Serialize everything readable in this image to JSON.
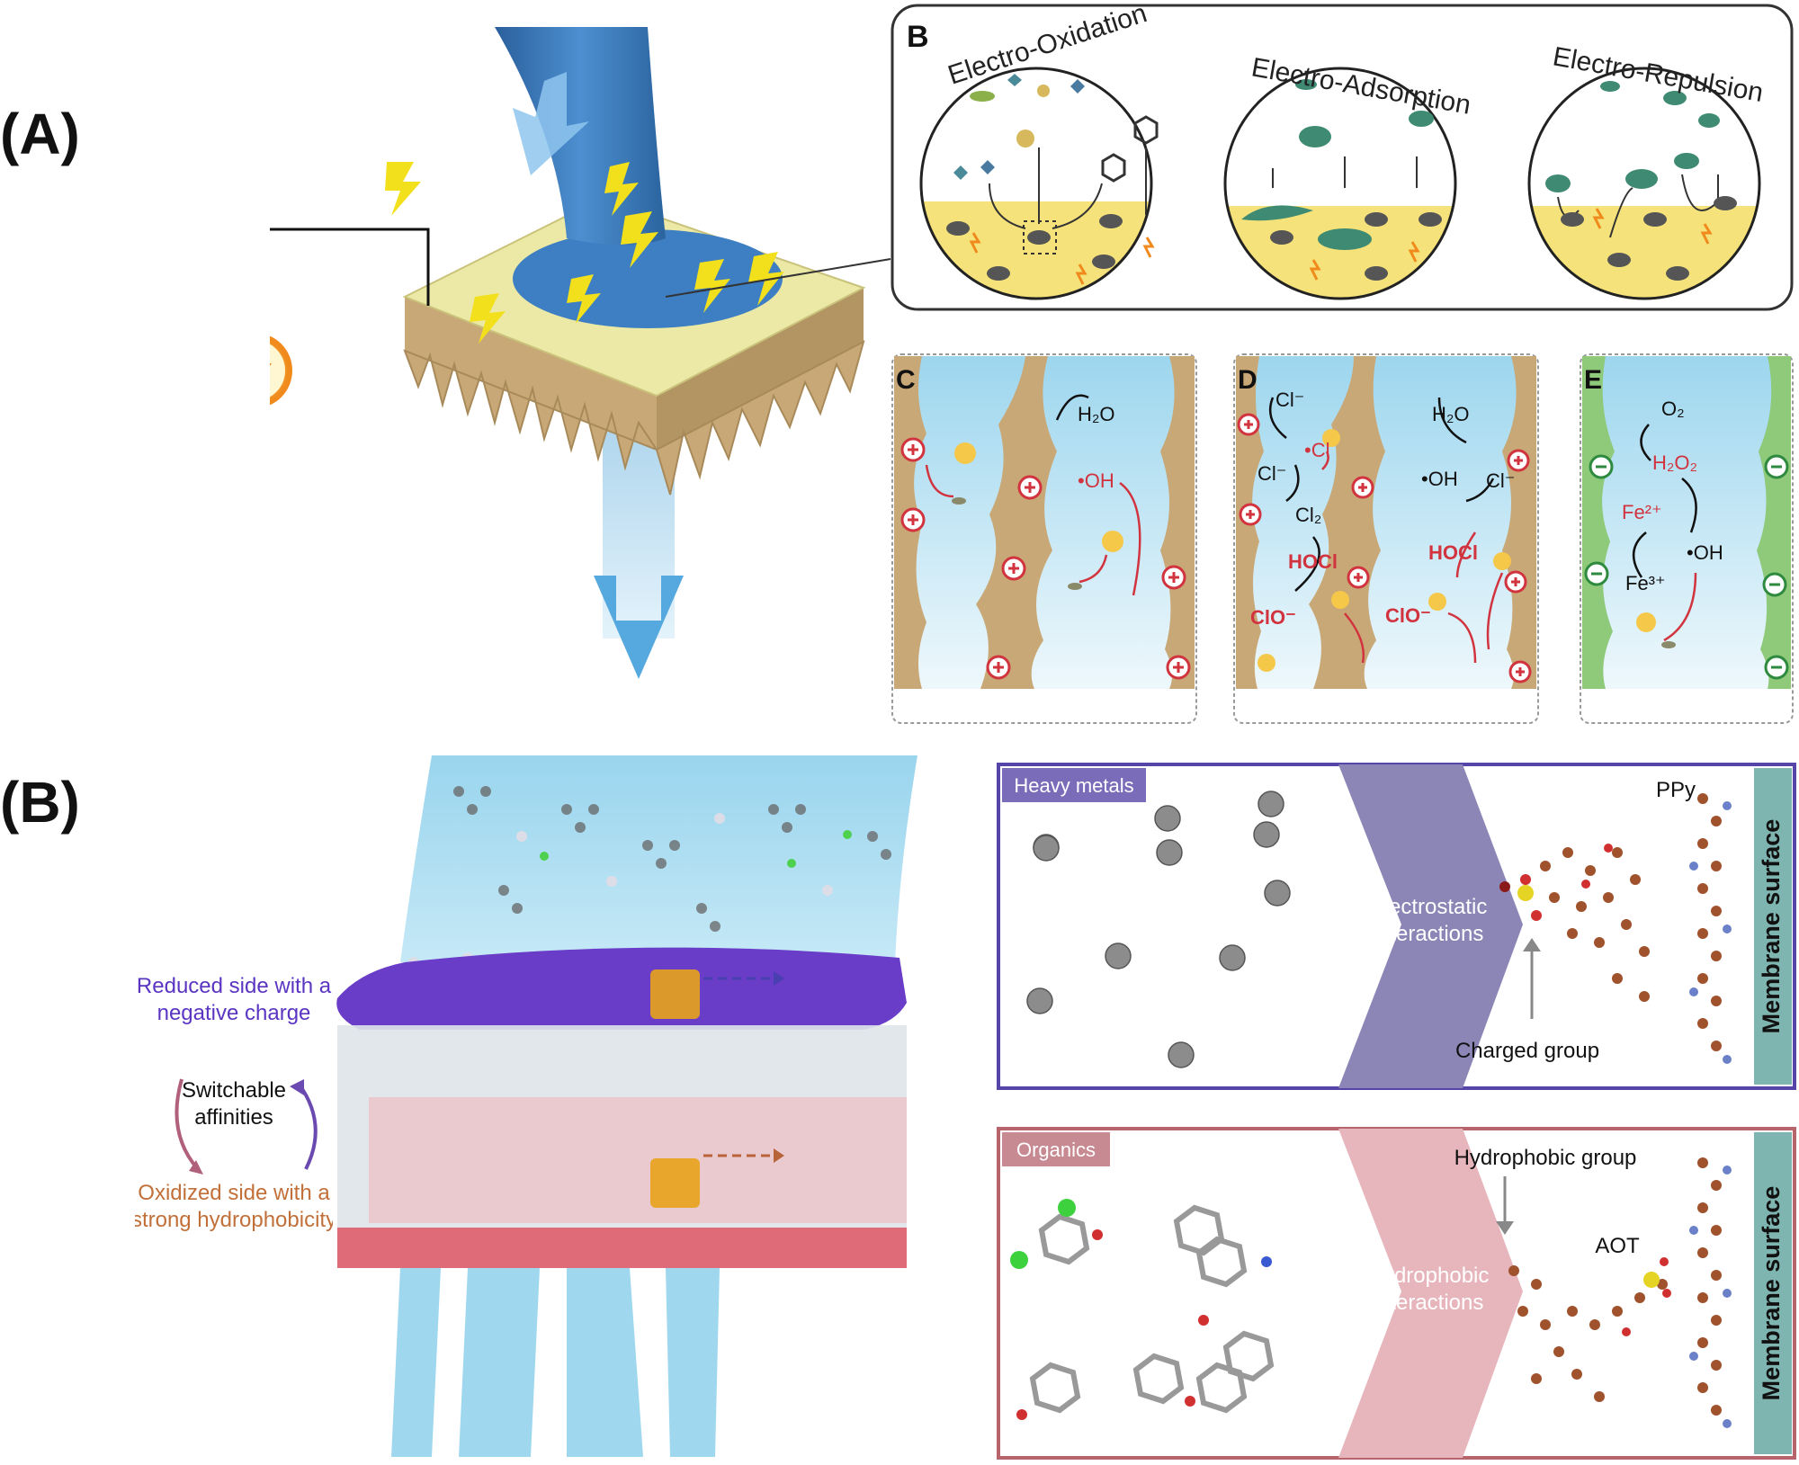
{
  "panels": {
    "a_label": "(A)",
    "b_label": "(B)"
  },
  "panel_a": {
    "mechanisms": {
      "letter": "B",
      "items": [
        "Electro-Oxidation",
        "Electro-Adsorption",
        "Electro-Repulsion"
      ]
    },
    "sub_c": {
      "letter": "C",
      "h2o": "H₂O",
      "oh": "•OH"
    },
    "sub_d": {
      "letter": "D",
      "cl1": "Cl⁻",
      "cl_rad": "•Cl",
      "cl2": "Cl⁻",
      "cl3": "Cl₂",
      "hocl1": "HOCl",
      "clo1": "ClO⁻",
      "h2o": "H₂O",
      "oh": "•OH",
      "cl4": "Cl⁻",
      "hocl2": "HOCl",
      "clo2": "ClO⁻"
    },
    "sub_e": {
      "letter": "E",
      "o2": "O₂",
      "h2o2": "H₂O₂",
      "fe2": "Fe²⁺",
      "oh": "•OH",
      "fe3": "Fe³⁺"
    }
  },
  "panel_b": {
    "reduced_side": [
      "Reduced side with a",
      "negative charge"
    ],
    "switchable": [
      "Switchable",
      "affinities"
    ],
    "oxidized_side": [
      "Oxidized side with a",
      "strong hydrophobicity"
    ],
    "top_box": {
      "tag": "Heavy metals",
      "interaction": [
        "Electrostatic",
        "interactions"
      ],
      "polymer": "PPy",
      "group": "Charged group",
      "surface": "Membrane surface"
    },
    "bottom_box": {
      "tag": "Organics",
      "interaction": [
        "Hydrophobic",
        "interactions"
      ],
      "group": "Hydrophobic group",
      "surfactant": "AOT",
      "surface": "Membrane surface"
    }
  },
  "colors": {
    "water_blue": "#3d7fc2",
    "membrane_tan": "#c9a877",
    "membrane_top": "#ece9a6",
    "reduced_purple": "#6a3dc9",
    "oxidized_pink": "#e06b78",
    "top_box_border": "#5645a8",
    "bottom_box_border": "#b8646c",
    "surface_bar": "#7fb5b0"
  }
}
